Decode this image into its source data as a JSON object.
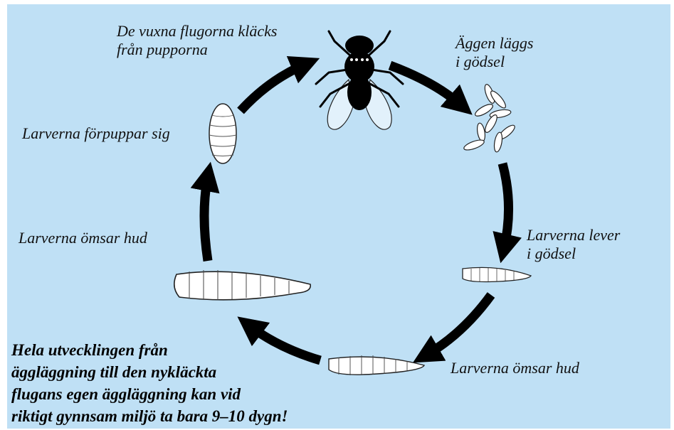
{
  "colors": {
    "background": "#bfe0f5",
    "arrow": "#000000",
    "stroke": "#1a1a1a",
    "fill_light": "#ffffff"
  },
  "labels": {
    "adults": "De vuxna flugorna kläcks\nfrån pupporna",
    "eggs": "Äggen läggs\ni gödsel",
    "larvae_live": "Larverna lever\ni gödsel",
    "molt_1": "Larverna ömsar hud",
    "molt_2": "Larverna ömsar hud",
    "pupate": "Larverna förpuppar sig"
  },
  "note": "Hela utvecklingen från\näggläggning till den nykläckta\nflugans egen äggläggning kan vid\nriktigt gynnsam miljö ta bara 9–10 dygn!",
  "stages": [
    {
      "id": "adult-fly",
      "icon": "fly-icon"
    },
    {
      "id": "eggs",
      "icon": "eggs-icon"
    },
    {
      "id": "small-larva",
      "icon": "larva-icon"
    },
    {
      "id": "medium-larva",
      "icon": "larva-icon"
    },
    {
      "id": "large-larva",
      "icon": "larva-icon"
    },
    {
      "id": "pupa",
      "icon": "pupa-icon"
    }
  ]
}
